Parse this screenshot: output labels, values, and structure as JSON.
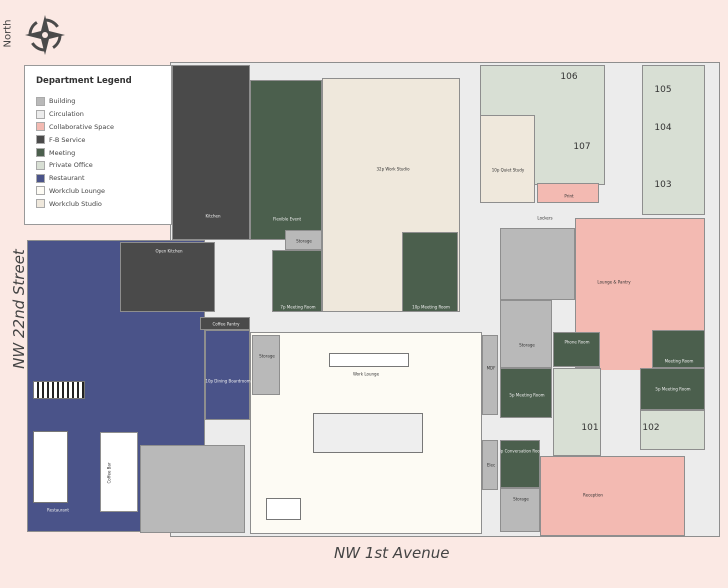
{
  "compass": {
    "label": "North",
    "icon": "compass-rose-icon"
  },
  "legend": {
    "title": "Department Legend",
    "items": [
      {
        "label": "Building",
        "color": "#b9b9b9"
      },
      {
        "label": "Circulation",
        "color": "#ececec"
      },
      {
        "label": "Collaborative Space",
        "color": "#f3bab2"
      },
      {
        "label": "F-B Service",
        "color": "#4a4a4a"
      },
      {
        "label": "Meeting",
        "color": "#4b5f4d"
      },
      {
        "label": "Private Office",
        "color": "#d8dfd4"
      },
      {
        "label": "Restaurant",
        "color": "#4a5389"
      },
      {
        "label": "Workclub Lounge",
        "color": "#fdfbf4"
      },
      {
        "label": "Workclub Studio",
        "color": "#efe8dc"
      }
    ]
  },
  "streets": {
    "west": "NW 22nd Street",
    "south": "NW 1st Avenue"
  },
  "rooms": {
    "flexible_event": "Flexible Event",
    "work_studio": "32p Work Studio",
    "storage": "Storage",
    "meeting_7p": "7p Meeting Room",
    "meeting_10p": "10p Meeting Room",
    "quiet_study": "10p Quiet Study",
    "print": "Print",
    "lockers": "Lockers",
    "lounge_pantry": "Lounge & Pantry",
    "phone_room": "Phone Room",
    "meeting_right_a": "Meeting Room",
    "meeting_right_b": "5p Meeting Room",
    "meeting_left": "5p Meeting Room",
    "conversation": "4p Conversation Room",
    "storage_b": "Storage",
    "storage_c": "Storage",
    "reception": "Reception",
    "work_lounge": "Work Lounge",
    "mdf": "MDF",
    "elec": "Elec",
    "storage_lounge": "Storage",
    "open_kitchen": "Open Kitchen",
    "kitchen": "Kitchen",
    "coffee_pantry": "Coffee Pantry",
    "dining_boardroom": "10p Dining Boardroom",
    "coffee_bar": "Coffee Bar",
    "restaurant": "Restaurant",
    "office_101": "101",
    "office_102": "102",
    "office_103": "103",
    "office_104": "104",
    "office_105": "105",
    "office_106": "106",
    "office_107": "107"
  }
}
